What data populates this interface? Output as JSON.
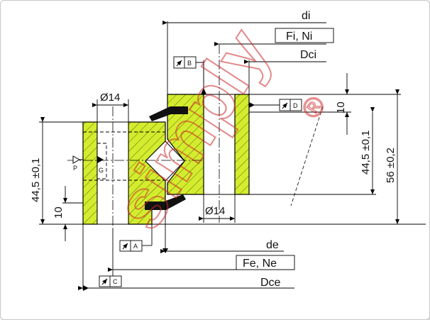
{
  "colors": {
    "section_fill": "#d4ec2e",
    "line": "#000000",
    "watermark": "#cc2a2a"
  },
  "labels": {
    "di": "di",
    "fi_ni": "Fi, Ni",
    "dci": "Dci",
    "de": "de",
    "fe_ne": "Fe, Ne",
    "dce": "Dce",
    "hole_top": "Ø14",
    "hole_bottom": "Ø14",
    "dim_10_top": "10",
    "dim_44_left": "44,5 ±0,1",
    "dim_44_right": "44,5 ±0,1",
    "dim_56": "56 ±0,2",
    "dim_10_left": "10",
    "p": "P",
    "g": "G",
    "ref_a": "A",
    "ref_b": "B",
    "ref_c": "C",
    "ref_d": "D"
  },
  "watermark": {
    "text": "simply",
    "mark": "®"
  }
}
